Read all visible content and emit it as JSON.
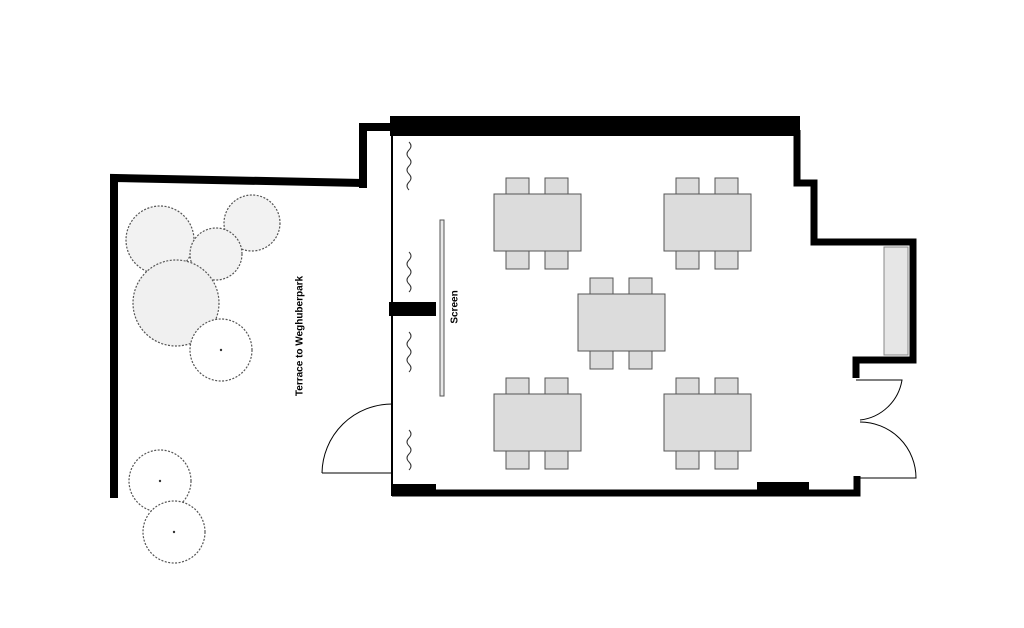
{
  "labels": {
    "terrace": "Terrace to Weghuberpark",
    "screen": "Screen"
  },
  "colors": {
    "wall": "#000000",
    "table_fill": "#dcdcdc",
    "table_stroke": "#555555",
    "tree_stroke": "#555555",
    "glass": "#e6e6e6"
  },
  "layout_summary": {
    "table_groups": 5,
    "chairs_per_table": 4,
    "trees": 7
  }
}
